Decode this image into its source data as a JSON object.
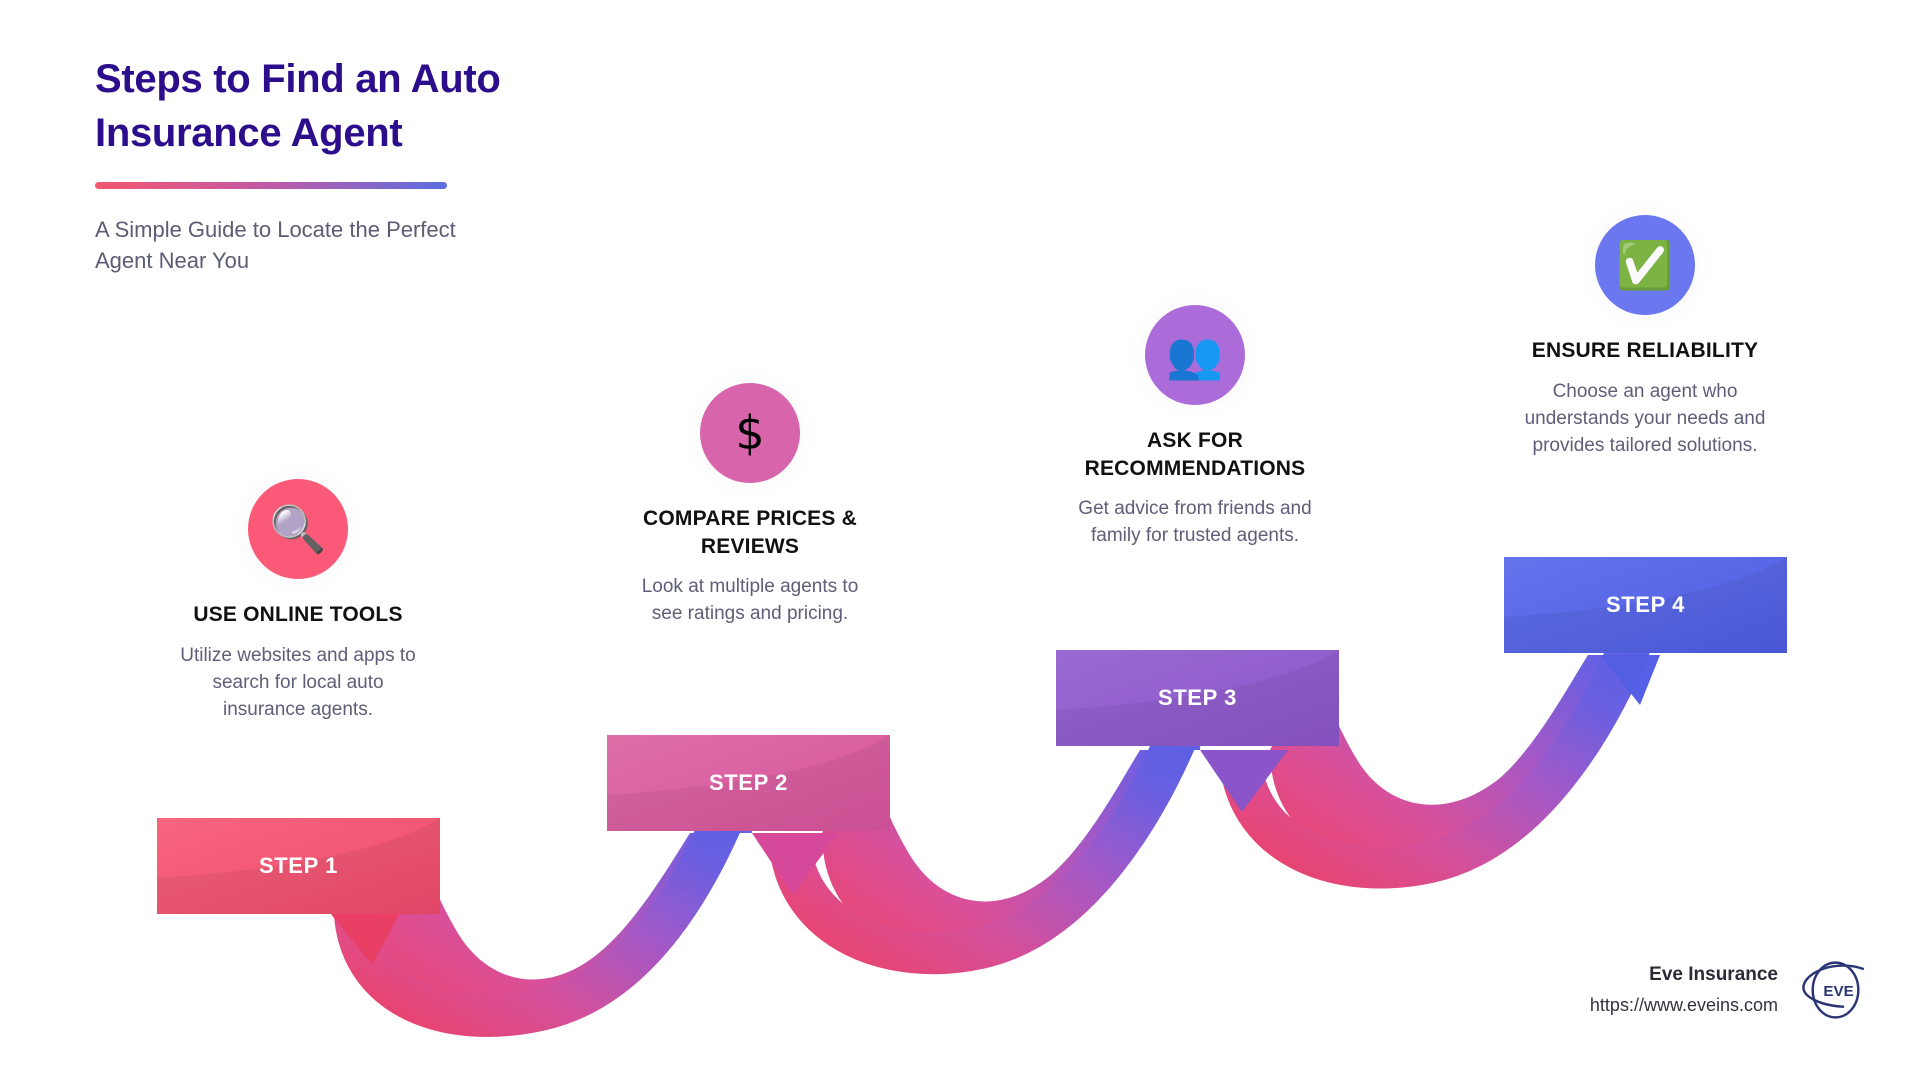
{
  "header": {
    "title": "Steps to Find an Auto\nInsurance Agent",
    "subtitle": "A Simple Guide to Locate the Perfect\nAgent Near You",
    "divider_gradient_from": "#f4576f",
    "divider_gradient_to": "#5b6fe0",
    "title_color": "#2c0e8c",
    "subtitle_color": "#5c5c75"
  },
  "steps": [
    {
      "banner_label": "STEP 1",
      "heading": "USE ONLINE TOOLS",
      "description": "Utilize websites and apps to\nsearch for local auto\ninsurance agents.",
      "icon_name": "magnifying-glass-icon",
      "icon_glyph": "🔍",
      "circle_color": "#fa5a78",
      "banner_color": "#ef4b6b",
      "banner_color_light": "#f7657f"
    },
    {
      "banner_label": "STEP 2",
      "heading": "COMPARE PRICES &\nREVIEWS",
      "description": "Look at multiple agents to\nsee ratings and pricing.",
      "icon_name": "dollar-sign-icon",
      "icon_glyph": "$",
      "circle_color": "#d864ac",
      "banner_color": "#d8539c",
      "banner_color_light": "#dd6fa8"
    },
    {
      "banner_label": "STEP 3",
      "heading": "ASK FOR\nRECOMMENDATIONS",
      "description": "Get advice from friends and\nfamily for trusted agents.",
      "icon_name": "people-busts-icon",
      "icon_glyph": "👥",
      "circle_color": "#ab6bd9",
      "banner_color": "#8b55c9",
      "banner_color_light": "#9a6ad4"
    },
    {
      "banner_label": "STEP 4",
      "heading": "ENSURE RELIABILITY",
      "description": "Choose an agent who\nunderstands your needs and\nprovides tailored solutions.",
      "icon_name": "check-mark-button-icon",
      "icon_glyph": "✅",
      "circle_color": "#6b77ee",
      "banner_color": "#4e5de3",
      "banner_color_light": "#6573ec"
    }
  ],
  "ribbon": {
    "gradient_stops": [
      "#ee4369",
      "#d9509a",
      "#a558c6",
      "#6b60e2",
      "#5a64ea"
    ]
  },
  "footer": {
    "brand": "Eve Insurance",
    "url": "https://www.eveins.com",
    "logo_name": "eve-insurance-logo",
    "logo_text": "EVE",
    "logo_color": "#2b3574"
  }
}
